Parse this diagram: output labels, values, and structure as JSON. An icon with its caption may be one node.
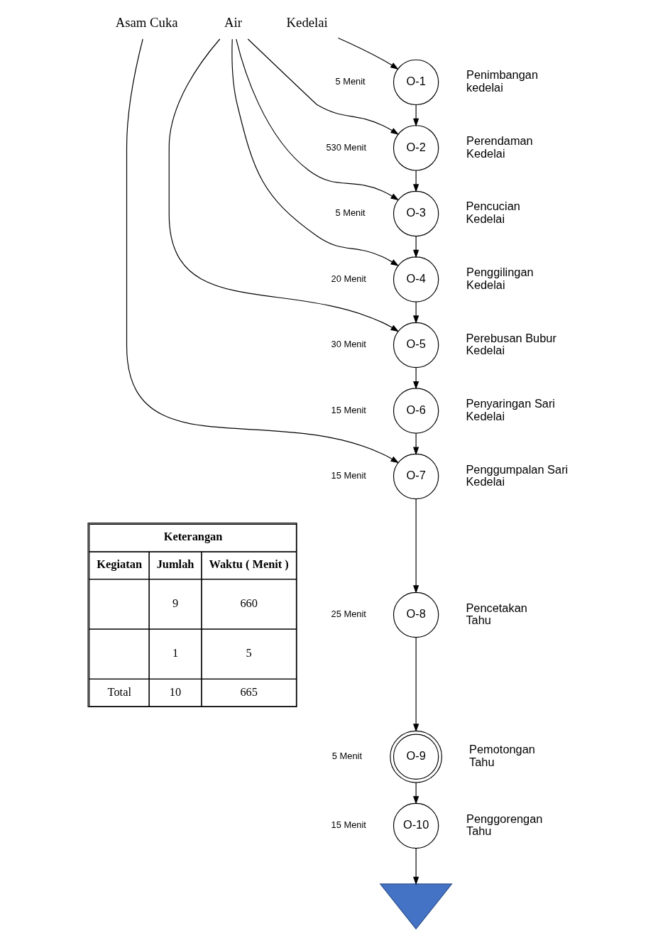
{
  "diagram": {
    "nodes": [
      {
        "text": [
          "Asam Cuka"
        ]
      },
      {
        "text": [
          "Air"
        ]
      },
      {
        "text": [
          "Kedelai"
        ]
      },
      {
        "text": [
          "O-1"
        ],
        "beside": [
          "5 Menit",
          "Penimbangan kedelai"
        ]
      },
      {
        "text": [
          "O-2"
        ],
        "beside": [
          "530 Menit",
          "Perendaman Kedelai"
        ]
      },
      {
        "text": [
          "O-3"
        ],
        "beside": [
          "5 Menit",
          "Pencucian Kedelai"
        ]
      },
      {
        "text": [
          "O-4"
        ],
        "beside": [
          "20 Menit",
          "Penggilingan Kedelai"
        ]
      },
      {
        "text": [
          "O-5"
        ],
        "beside": [
          "30 Menit",
          "Perebusan Bubur Kedelai"
        ]
      },
      {
        "text": [
          "O-6"
        ],
        "beside": [
          "15 Menit",
          "Penyaringan Sari Kedelai"
        ]
      },
      {
        "text": [
          "O-7"
        ],
        "beside": [
          "15 Menit",
          "Penggumpalan Sari Kedelai"
        ]
      },
      {
        "text": [
          "O-8"
        ],
        "beside": [
          "25 Menit",
          "Pencetakan Tahu"
        ]
      },
      {
        "text": [
          "O-9"
        ],
        "beside": [
          "5 Menit",
          "Pemotongan Tahu"
        ]
      },
      {
        "text": [
          "O-10"
        ],
        "beside": [
          "15 Menit",
          "Penggorengan Tahu"
        ]
      },
      {
        "text": [],
        "shape": "triangle"
      }
    ],
    "edges": [
      {
        "from": 2,
        "to": 3,
        "arrow": "to"
      },
      {
        "from": 3,
        "to": 4,
        "arrow": "to"
      },
      {
        "from": 1,
        "to": 4,
        "arrow": "to"
      },
      {
        "from": 4,
        "to": 5,
        "arrow": "to"
      },
      {
        "from": 1,
        "to": 5,
        "arrow": "to"
      },
      {
        "from": 5,
        "to": 6,
        "arrow": "to"
      },
      {
        "from": 1,
        "to": 6,
        "arrow": "to"
      },
      {
        "from": 6,
        "to": 7,
        "arrow": "to"
      },
      {
        "from": 1,
        "to": 7,
        "arrow": "to"
      },
      {
        "from": 7,
        "to": 8,
        "arrow": "to"
      },
      {
        "from": 8,
        "to": 9,
        "arrow": "to"
      },
      {
        "from": 0,
        "to": 9,
        "arrow": "to"
      },
      {
        "from": 9,
        "to": 10,
        "arrow": "to"
      },
      {
        "from": 10,
        "to": 11,
        "arrow": "to"
      },
      {
        "from": 11,
        "to": 12,
        "arrow": "to"
      },
      {
        "from": 12,
        "to": 13,
        "arrow": "to"
      }
    ],
    "labels": [
      "Keterangan",
      "Kegiatan",
      "Jumlah",
      "Waktu ( Menit )",
      "9",
      "660",
      "1",
      "5",
      "Total",
      "10",
      "665"
    ]
  }
}
